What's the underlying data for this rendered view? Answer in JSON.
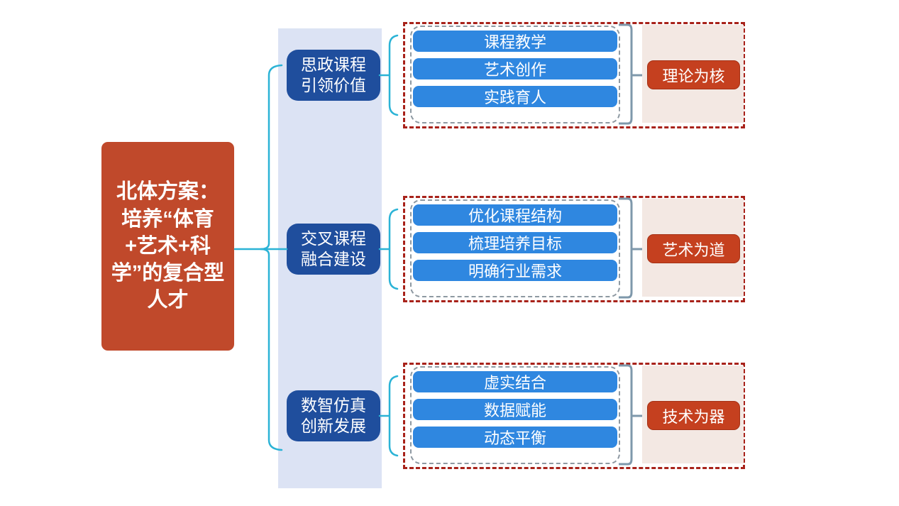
{
  "root": {
    "label": "北体方案：培养“体育+艺术+科学”的复合型人才"
  },
  "branches": [
    {
      "label": "思政课程引领价值",
      "items": [
        "课程教学",
        "艺术创作",
        "实践育人"
      ],
      "tag": "理论为核"
    },
    {
      "label": "交叉课程融合建设",
      "items": [
        "优化课程结构",
        "梳理培养目标",
        "明确行业需求"
      ],
      "tag": "艺术为道"
    },
    {
      "label": "数智仿真创新发展",
      "items": [
        "虚实结合",
        "数据赋能",
        "动态平衡"
      ],
      "tag": "技术为器"
    }
  ],
  "colors": {
    "root": "#C0492B",
    "node": "#1F4E9D",
    "item": "#2F87E0",
    "band": "#DCE3F4",
    "panel": "#F3E8E3",
    "tag": "#C5401F",
    "tag_border": "#A53115",
    "dash_red": "#A8221A",
    "dash_gray": "#8E99A2",
    "bracket": "#7E98AB",
    "cyan": "#2BB3D6"
  }
}
